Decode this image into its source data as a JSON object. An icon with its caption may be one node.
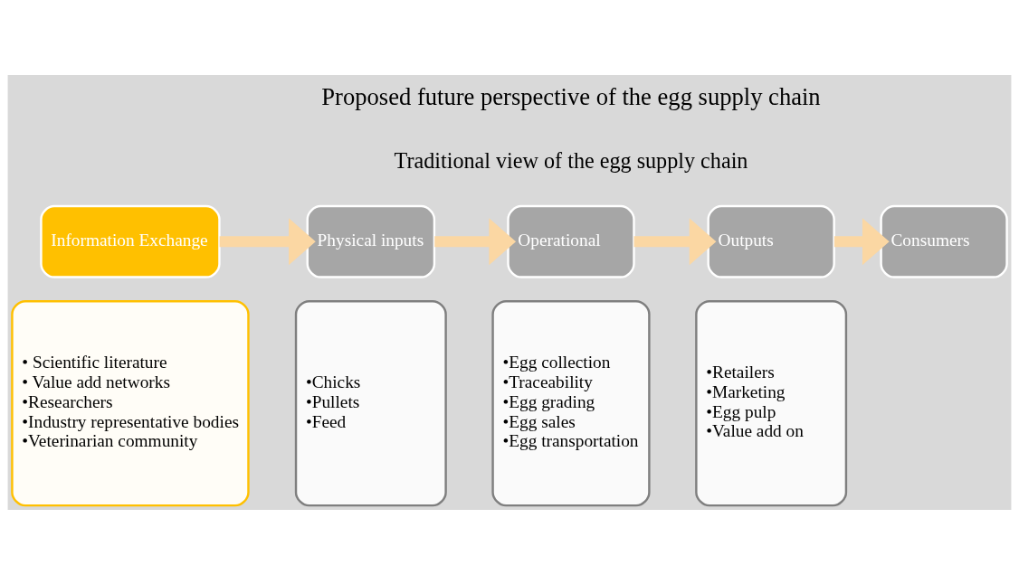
{
  "diagram": {
    "nodes": [
      {
        "text": [
          "Information Exchange"
        ]
      },
      {
        "text": [
          "Physical inputs"
        ]
      },
      {
        "text": [
          "Operational"
        ]
      },
      {
        "text": [
          "Outputs"
        ]
      },
      {
        "text": [
          "Consumers"
        ]
      },
      {
        "text": [
          "• Scientific literature",
          "• Value add networks",
          "•Researchers",
          "•Industry representative bodies",
          "•Veterinarian community"
        ]
      },
      {
        "text": [
          "•Chicks",
          "•Pullets",
          "•Feed"
        ]
      },
      {
        "text": [
          "•Egg collection",
          "•Traceability",
          "•Egg grading",
          "•Egg sales",
          "•Egg transportation"
        ]
      },
      {
        "text": [
          "•Retailers",
          "•Marketing",
          "•Egg pulp",
          "•Value add on"
        ]
      }
    ],
    "edges": [
      {
        "from": 0,
        "to": 1,
        "arrow": "to"
      },
      {
        "from": 1,
        "to": 2,
        "arrow": "to"
      },
      {
        "from": 2,
        "to": 3,
        "arrow": "to"
      },
      {
        "from": 3,
        "to": 4,
        "arrow": "to"
      }
    ],
    "labels": [
      "Proposed future perspective of the egg supply chain",
      "Traditional view of the egg supply chain"
    ]
  }
}
